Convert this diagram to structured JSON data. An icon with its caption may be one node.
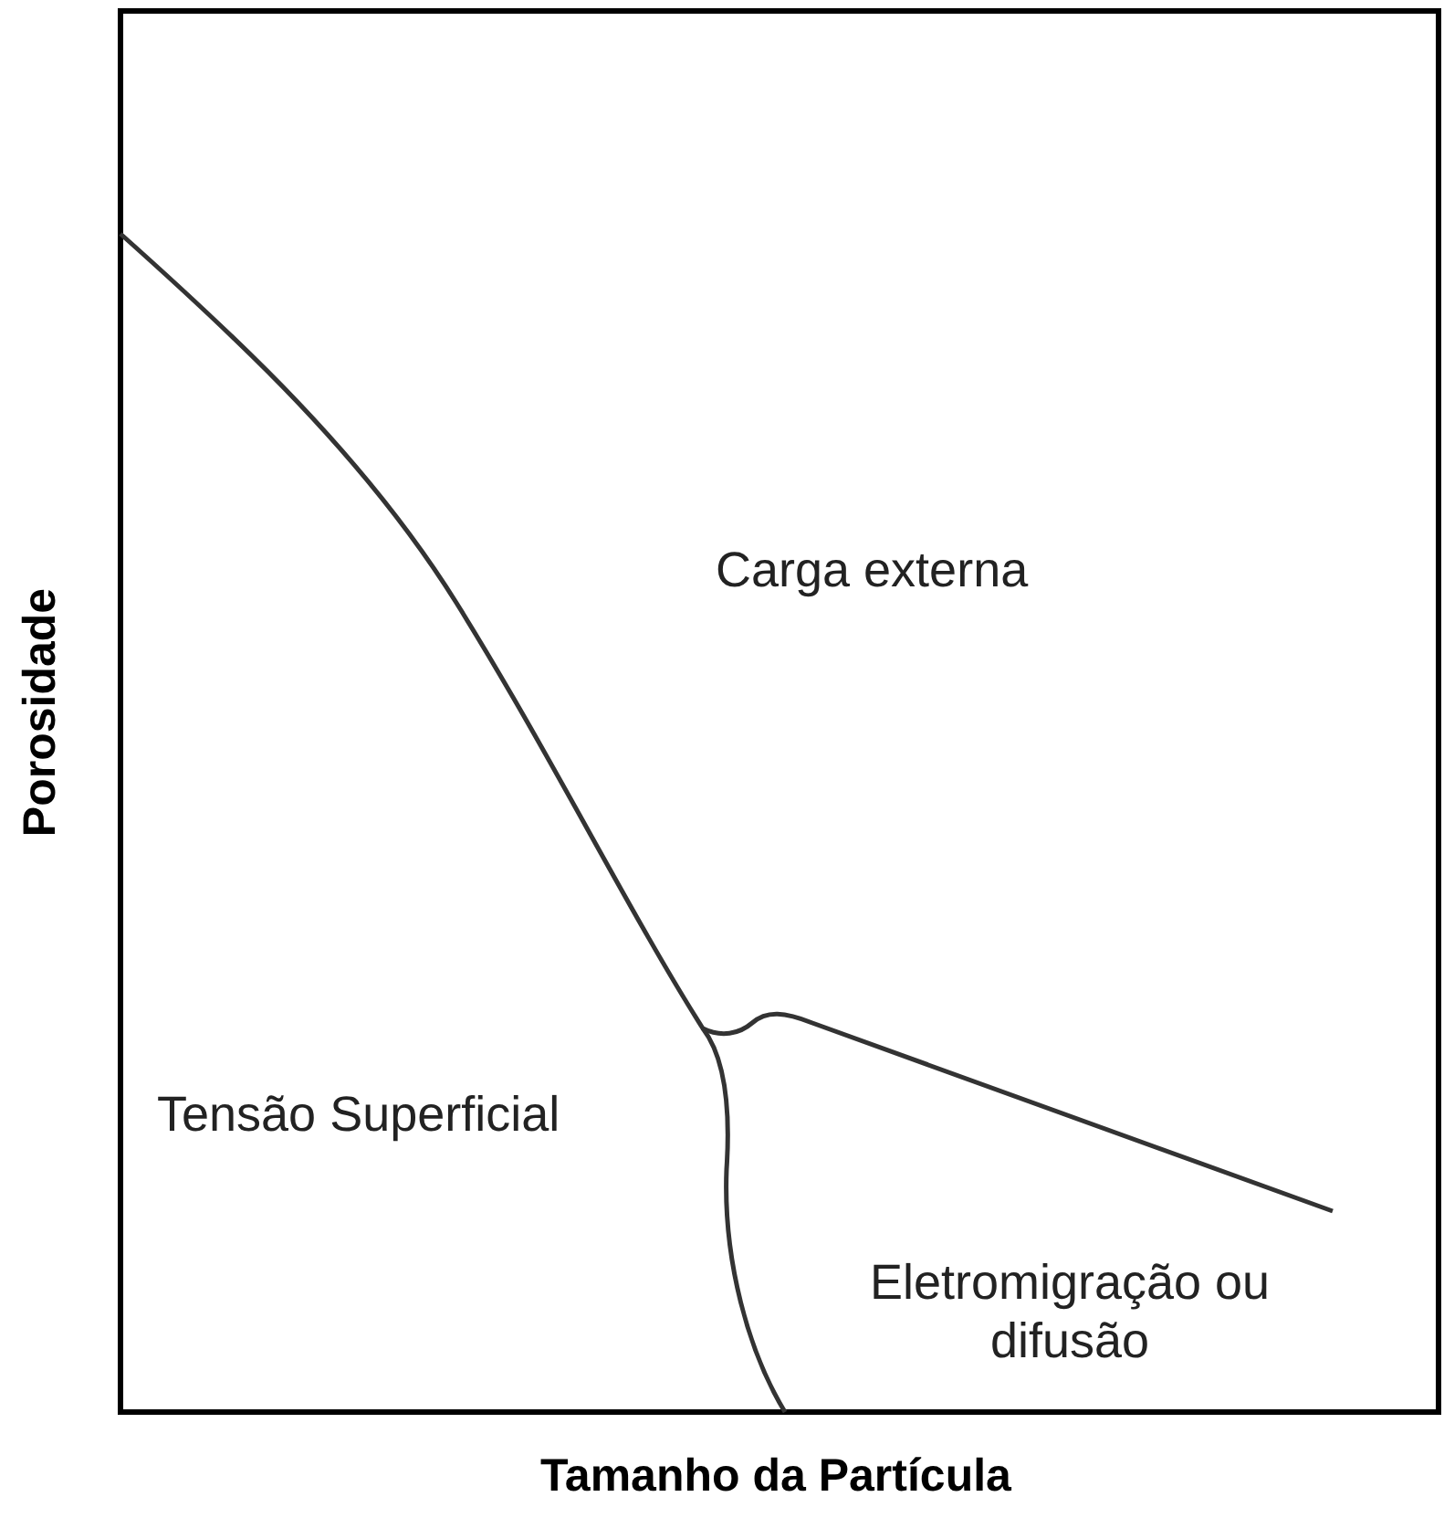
{
  "diagram": {
    "labels": [
      "Porosidade",
      "Carga externa",
      "Tensão Superficial",
      "Eletromigração ou difusão",
      "Tamanho da Partícula"
    ]
  }
}
